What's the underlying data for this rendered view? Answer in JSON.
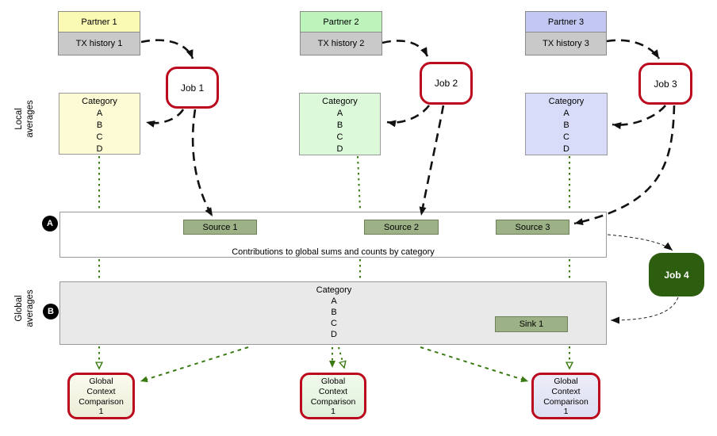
{
  "colors": {
    "partner_yellow": "#fafab4",
    "partner_green": "#bdf4bb",
    "partner_blue": "#c3c8f2",
    "category_yellow": "#fcfbd5",
    "category_green": "#dcf9da",
    "category_blue": "#d9dcf9",
    "tx_gray": "#c9c9c9",
    "job_border_red": "#bb0a1e",
    "source_green": "#9db186",
    "job4_green": "#2d5d0e",
    "arrow_green": "#3a7a12",
    "row_b_gray": "#e9e9e9"
  },
  "side_labels": {
    "local": {
      "line1": "Local",
      "line2": "averages"
    },
    "global": {
      "line1": "Global",
      "line2": "averages"
    }
  },
  "columns": [
    {
      "partner": "Partner 1",
      "tx_history": "TX history 1",
      "job": "Job 1",
      "category_title": "Category",
      "category_items": [
        "A",
        "B",
        "C",
        "D"
      ]
    },
    {
      "partner": "Partner 2",
      "tx_history": "TX history 2",
      "job": "Job 2",
      "category_title": "Category",
      "category_items": [
        "A",
        "B",
        "C",
        "D"
      ]
    },
    {
      "partner": "Partner 3",
      "tx_history": "TX history 3",
      "job": "Job 3",
      "category_title": "Category",
      "category_items": [
        "A",
        "B",
        "C",
        "D"
      ]
    }
  ],
  "row_a": {
    "badge": "A",
    "sources": [
      "Source 1",
      "Source 2",
      "Source 3"
    ],
    "caption": "Contributions to global sums and counts by category"
  },
  "row_b": {
    "badge": "B",
    "category_title": "Category",
    "category_items": [
      "A",
      "B",
      "C",
      "D"
    ],
    "sink": "Sink 1"
  },
  "job4": {
    "label": "Job 4"
  },
  "comparison": {
    "lines": [
      "Global",
      "Context",
      "Comparison",
      "1"
    ]
  }
}
